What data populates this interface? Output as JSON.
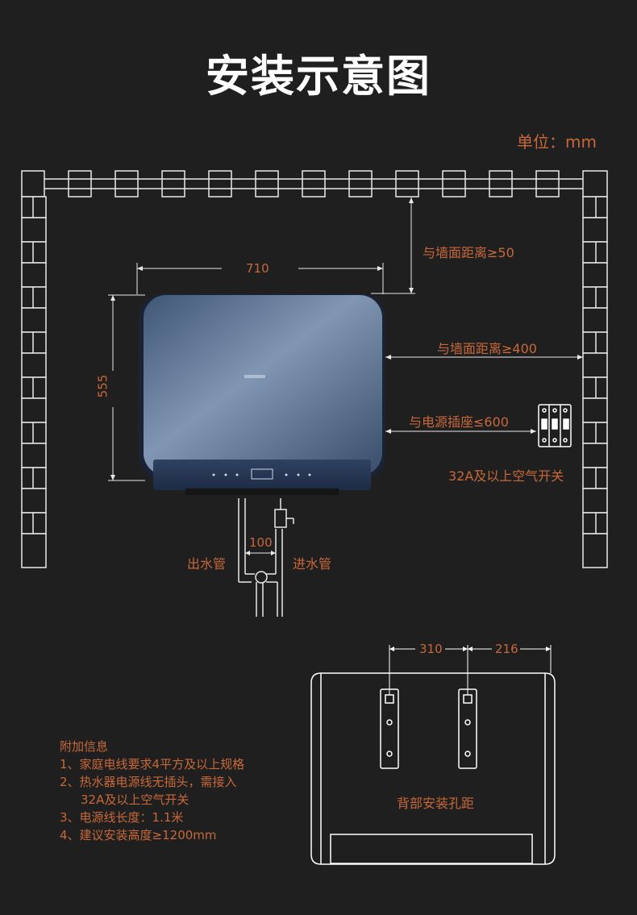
{
  "title": "安装示意图",
  "unit": "单位：mm",
  "dimensions": {
    "width": "710",
    "height": "555",
    "pipe_spacing": "100",
    "hole_spacing": "310",
    "hole_side": "216"
  },
  "labels": {
    "top_clearance": "与墙面距离≥50",
    "side_clearance": "与墙面距离≥400",
    "socket_distance": "与电源插座≤600",
    "breaker": "32A及以上空气开关",
    "outlet_pipe": "出水管",
    "inlet_pipe": "进水管",
    "back_holes": "背部安装孔距"
  },
  "info": {
    "heading": "附加信息",
    "items": [
      "1、家庭电线要求4平方及以上规格",
      "2、热水器电源线无插头，需接入",
      "32A及以上空气开关",
      "3、电源线长度：1.1米",
      "4、建议安装高度≥1200mm"
    ]
  },
  "colors": {
    "background": "#1f1f1f",
    "accent": "#c8683a",
    "heater": "#4d6585"
  }
}
